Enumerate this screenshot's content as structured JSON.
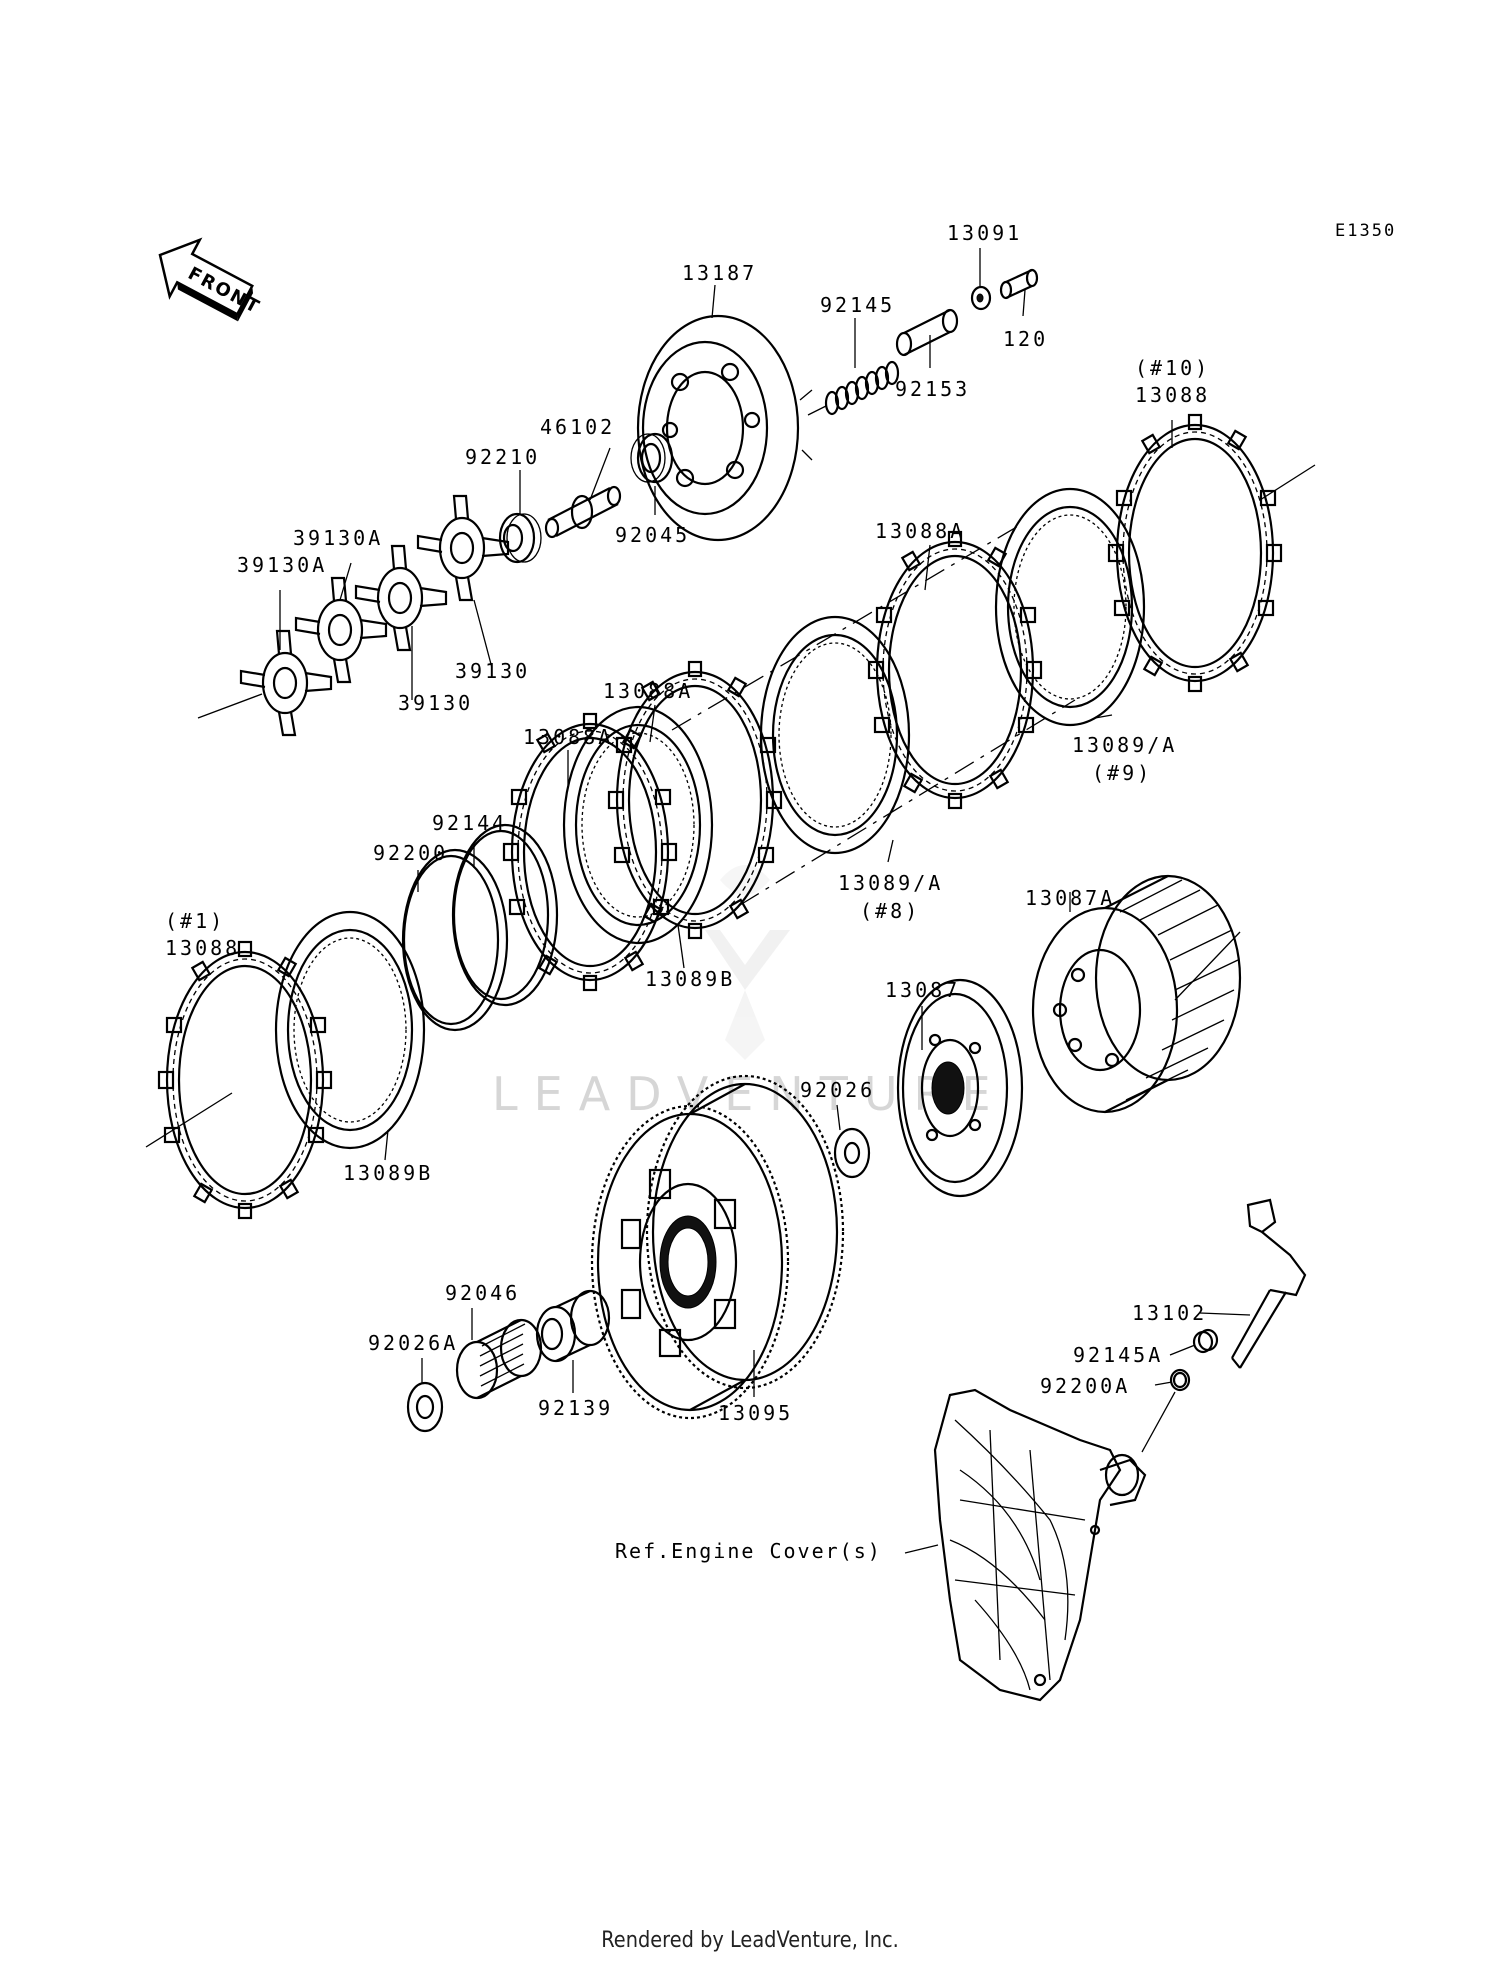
{
  "diagram_code": "E1350",
  "front_label": "FRONT",
  "watermark": "LEADVENTURE",
  "footer": "Rendered by LeadVenture, Inc.",
  "labels": {
    "p13091": "13091",
    "p13187": "13187",
    "p120": "120",
    "p92145": "92145",
    "p92153": "92153",
    "p10": "(#10)",
    "p13088_top": "13088",
    "p46102": "46102",
    "p92210": "92210",
    "p92045": "92045",
    "p39130A_1": "39130A",
    "p39130A_2": "39130A",
    "p39130_1": "39130",
    "p39130_2": "39130",
    "p13088A_top": "13088A",
    "p13088A_mid": "13088A",
    "p13088A_left": "13088A",
    "p13089A_9": "13089/A",
    "p9": "(#9)",
    "p92144": "92144",
    "p92200": "92200",
    "p13089A_8": "13089/A",
    "p8": "(#8)",
    "p1": "(#1)",
    "p13088_left": "13088",
    "p13089B_mid": "13089B",
    "p13087A": "13087A",
    "p13087": "13087",
    "p92026": "92026",
    "p13089B_bot": "13089B",
    "p13102": "13102",
    "p92046": "92046",
    "p92026A": "92026A",
    "p92145A": "92145A",
    "p92200A": "92200A",
    "p92139": "92139",
    "p13095": "13095",
    "ref_engine_cover": "Ref.Engine Cover(s)"
  }
}
